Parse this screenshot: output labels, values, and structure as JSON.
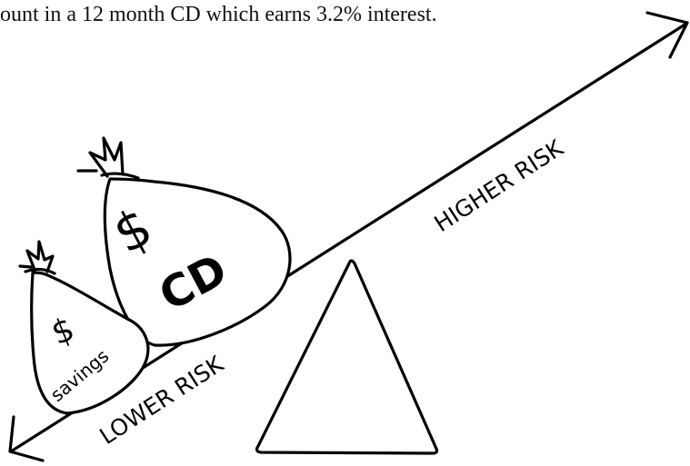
{
  "caption": "ount in a 12 month CD which earns 3.2% interest.",
  "labels": {
    "higher_risk": "HIGHER RISK",
    "lower_risk": "LOWER RISK",
    "cd_dollar": "$",
    "cd_text": "CD",
    "savings_dollar": "$",
    "savings_text": "savings"
  },
  "colors": {
    "ink": "#000000",
    "background": "#ffffff"
  },
  "icons": [
    "money-bag-icon",
    "money-bag-icon",
    "triangle-fulcrum-icon",
    "arrow-icon"
  ]
}
